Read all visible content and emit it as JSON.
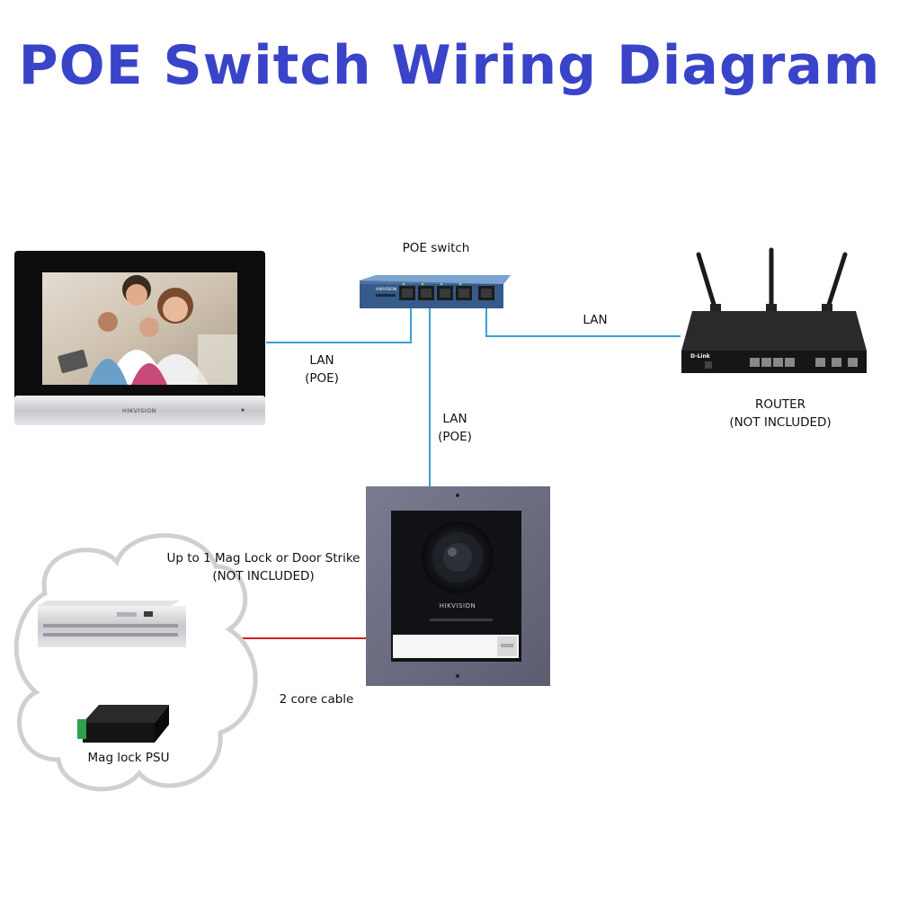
{
  "title": "POE Switch Wiring Diagram",
  "labels": {
    "poe_switch": "POE switch",
    "lan_monitor_1": "LAN",
    "lan_monitor_2": "(POE)",
    "lan_router": "LAN",
    "lan_door_1": "LAN",
    "lan_door_2": "(POE)",
    "router_1": "ROUTER",
    "router_2": "(NOT INCLUDED)",
    "lock_1": "Up to 1 Mag Lock or Door Strike",
    "lock_2": "(NOT INCLUDED)",
    "cable": "2 core cable",
    "psu": "Mag lock PSU"
  },
  "brands": {
    "monitor": "HIKVISION",
    "door_station": "HIKVISION",
    "switch": "HIKVISION",
    "router": "D-Link"
  },
  "colors": {
    "title": "#3a44c9",
    "lan_cable": "#3aa0d6",
    "power_cable": "#d42020"
  }
}
